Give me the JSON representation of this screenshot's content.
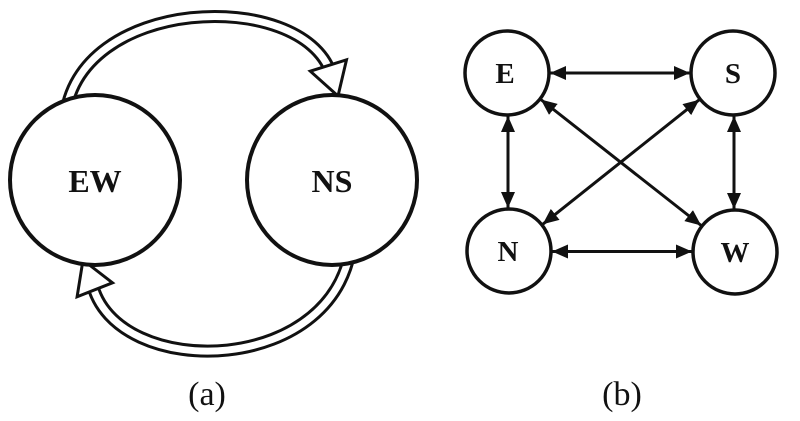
{
  "figure": {
    "background": "#ffffff",
    "stroke_color": "#111111",
    "panel_a": {
      "caption": "(a)",
      "nodes": [
        {
          "id": "EW",
          "label": "EW"
        },
        {
          "id": "NS",
          "label": "NS"
        }
      ],
      "edges": [
        {
          "from": "EW",
          "to": "NS",
          "style": "hollow-curved-arrow",
          "route": "top"
        },
        {
          "from": "NS",
          "to": "EW",
          "style": "hollow-curved-arrow",
          "route": "bottom"
        }
      ]
    },
    "panel_b": {
      "caption": "(b)",
      "nodes": [
        {
          "id": "E",
          "label": "E",
          "position": "top-left"
        },
        {
          "id": "S",
          "label": "S",
          "position": "top-right"
        },
        {
          "id": "N",
          "label": "N",
          "position": "bottom-left"
        },
        {
          "id": "W",
          "label": "W",
          "position": "bottom-right"
        }
      ],
      "edges": [
        {
          "between": [
            "E",
            "S"
          ],
          "style": "double-headed-arrow"
        },
        {
          "between": [
            "N",
            "W"
          ],
          "style": "double-headed-arrow"
        },
        {
          "between": [
            "E",
            "N"
          ],
          "style": "double-headed-arrow"
        },
        {
          "between": [
            "S",
            "W"
          ],
          "style": "double-headed-arrow"
        },
        {
          "between": [
            "E",
            "W"
          ],
          "style": "double-headed-arrow"
        },
        {
          "between": [
            "N",
            "S"
          ],
          "style": "double-headed-arrow"
        }
      ]
    }
  }
}
